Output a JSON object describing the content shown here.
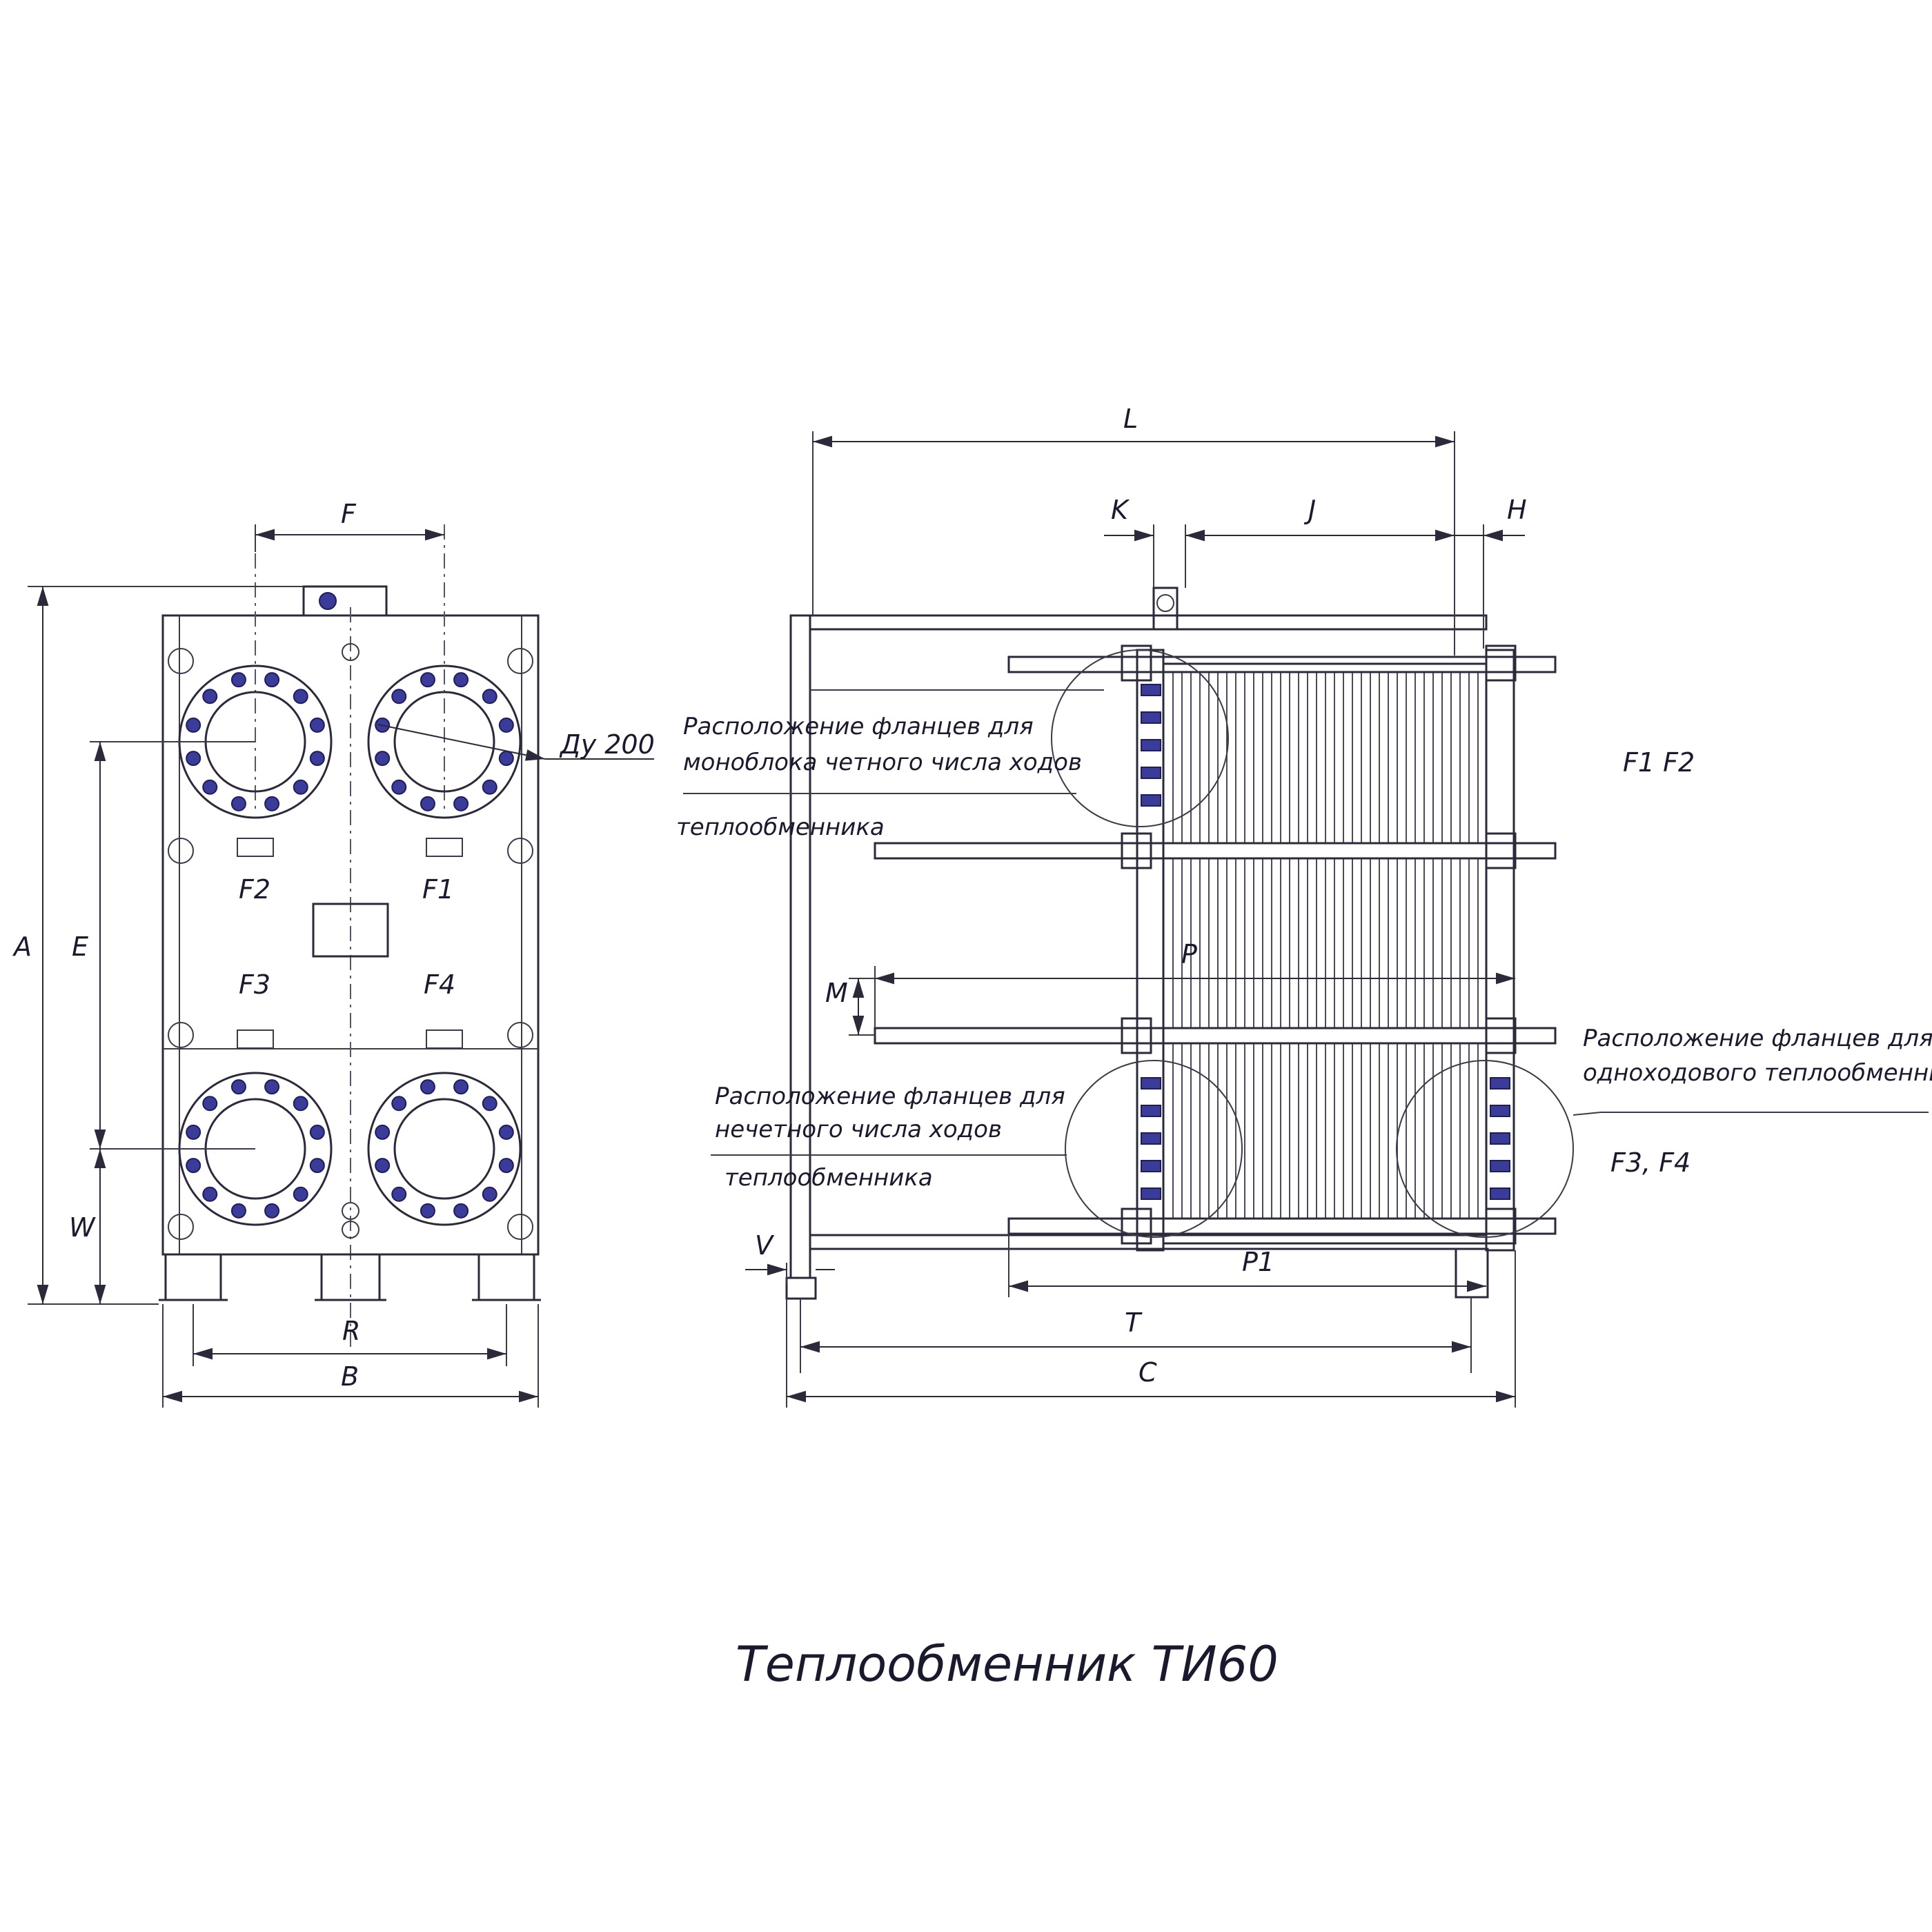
{
  "title": "Теплообменник ТИ60",
  "dimensions": {
    "A": "A",
    "B": "B",
    "E": "E",
    "F": "F",
    "W": "W",
    "R": "R",
    "L": "L",
    "K": "K",
    "J": "J",
    "H": "H",
    "M": "M",
    "P": "P",
    "P1": "P1",
    "T": "T",
    "C": "C",
    "V": "V"
  },
  "ports": {
    "f1": "F1",
    "f2": "F2",
    "f3": "F3",
    "f4": "F4"
  },
  "nominal_diameter": "Ду 200",
  "notes": {
    "even_line1": "Расположение фланцев для",
    "even_line2": "моноблока четного числа ходов",
    "even_line3": "теплообменника",
    "odd_line1": "Расположение фланцев для",
    "odd_line2": "нечетного числа ходов",
    "odd_line3": "теплообменника",
    "single_line1": "Расположение фланцев для",
    "single_line2": "одноходового теплообменника",
    "flange_f1f2": "F1 F2",
    "flange_f3f4": "F3, F4"
  },
  "colors": {
    "line": "#2a2a3a",
    "bolt": "#3b3b9a"
  }
}
